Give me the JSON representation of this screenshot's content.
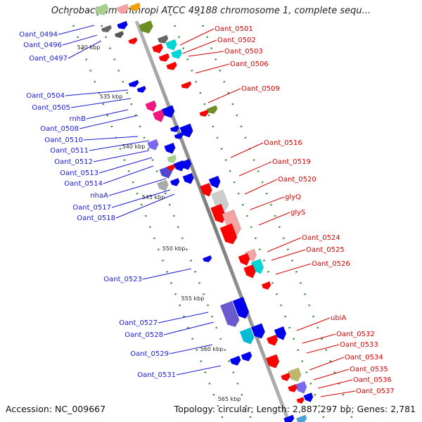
{
  "title": "Ochrobactrum anthropi ATCC 49188 chromosome 1, complete sequ...",
  "footer": {
    "accession": "Accession: NC_009667",
    "summary": "Topology: circular; Length: 2,887,297 bp; Genes: 2,781"
  },
  "colors": {
    "backbone": "#888888",
    "dots": "#2e8b2e",
    "left_label": "#1a1ad6",
    "right_label": "#d60000"
  },
  "ticks": [
    "530 kbp",
    "535 kbp",
    "540 kbp",
    "545 kbp",
    "550 kbp",
    "555 kbp",
    "560 kbp",
    "565 kbp"
  ],
  "left_labels": [
    "Oant_0494",
    "Oant_0496",
    "Oant_0497",
    "Oant_0504",
    "Oant_0505",
    "rnhB",
    "Oant_0508",
    "Oant_0510",
    "Oant_0511",
    "Oant_0512",
    "Oant_0513",
    "Oant_0514",
    "nhaA",
    "Oant_0517",
    "Oant_0518",
    "Oant_0523",
    "Oant_0527",
    "Oant_0528",
    "Oant_0529",
    "Oant_0531"
  ],
  "right_labels": [
    "Oant_0501",
    "Oant_0502",
    "Oant_0503",
    "Oant_0506",
    "Oant_0509",
    "Oant_0516",
    "Oant_0519",
    "Oant_0520",
    "glyQ",
    "glyS",
    "Oant_0524",
    "Oant_0525",
    "Oant_0526",
    "ubiA",
    "Oant_0532",
    "Oant_0533",
    "Oant_0534",
    "Oant_0535",
    "Oant_0536",
    "Oant_0537"
  ]
}
